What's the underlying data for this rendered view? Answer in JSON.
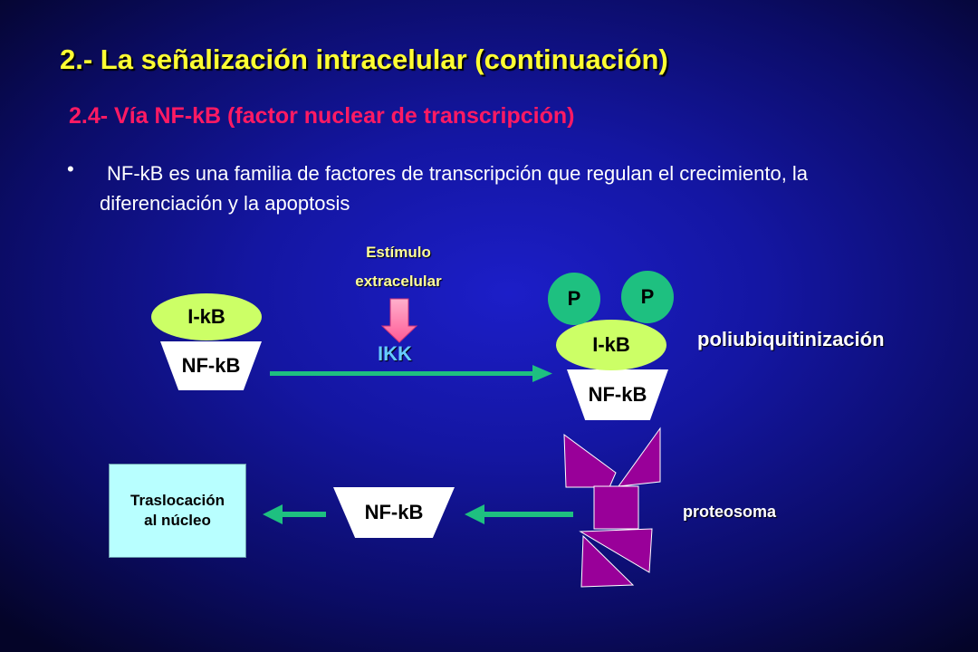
{
  "slide": {
    "title": "2.- La señalización intracelular (continuación)",
    "subtitle": "2.4- Vía NF-kB (factor nuclear de transcripción)",
    "bullet": {
      "marker": "•",
      "text": "NF-kB es una familia de factores de transcripción que regulan el crecimiento, la diferenciación y la apoptosis"
    }
  },
  "diagram": {
    "stimulus": {
      "line1": "Estímulo",
      "line2": "extracelular"
    },
    "kinase_label": "IKK",
    "left_complex": {
      "inhibitor": "I-kB",
      "factor": "NF-kB"
    },
    "right_complex": {
      "phospho_1": "P",
      "phospho_2": "P",
      "inhibitor": "I-kB",
      "factor": "NF-kB"
    },
    "polyubiquitination_label": "poliubiquitinización",
    "proteasome_label": "proteosoma",
    "released_factor": "NF-kB",
    "translocation": {
      "line1": "Traslocación",
      "line2": "al núcleo"
    }
  },
  "colors": {
    "title": "#ffff33",
    "subtitle": "#ff1a63",
    "inhibitor_fill": "#ccff66",
    "phosphate_fill": "#1ec080",
    "factor_fill": "#ffffff",
    "arrow": "#1ec080",
    "stimulus_arrow": "#ff7aa8",
    "stimulus_text": "#ffff99",
    "proteasome_fill": "#990099",
    "translocation_box": "#b8ffff"
  }
}
